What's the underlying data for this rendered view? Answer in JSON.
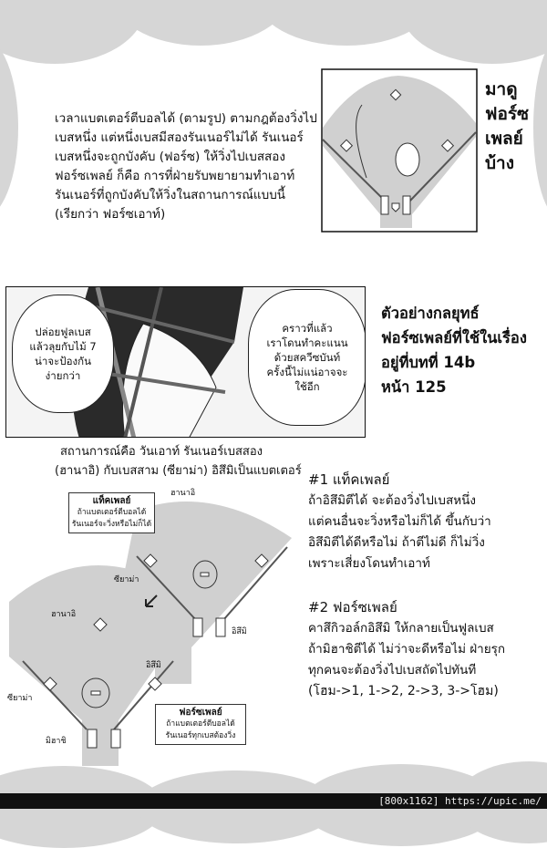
{
  "intro": {
    "lines": [
      "เวลาแบตเตอร์ตีบอลได้ (ตามรูป) ตามกฎต้องวิ่งไป",
      "เบสหนึ่ง แต่หนึ่งเบสมีสองรันเนอร์ไม่ได้ รันเนอร์",
      "เบสหนึ่งจะถูกบังคับ (ฟอร์ซ) ให้วิ่งไปเบสสอง",
      "ฟอร์ซเพลย์ ก็คือ การที่ฝ่ายรับพยายามทำเอาท์",
      "รันเนอร์ที่ถูกบังคับให้วิ่งในสถานการณ์แบบนี้",
      "(เรียกว่า ฟอร์ซเอาท์)"
    ],
    "title_lines": [
      "มาดู",
      "ฟอร์ซ",
      "เพลย์",
      "บ้าง"
    ]
  },
  "panel": {
    "bubble_left": [
      "ปล่อยฟูลเบส",
      "แล้วลุยกับไม้ 7",
      "น่าจะป้องกัน",
      "ง่ายกว่า"
    ],
    "bubble_right": [
      "คราวที่แล้ว",
      "เราโดนทำคะแนน",
      "ด้วยสควีซบันท์",
      "ครั้งนี้ไม่แน่อาจจะ",
      "ใช้อีก"
    ]
  },
  "example": {
    "lines": [
      "ตัวอย่างกลยุทธ์",
      "ฟอร์ซเพลย์ที่ใช้ในเรื่อง",
      "อยู่ที่บทที่ 14b",
      "หน้า 125"
    ]
  },
  "situation": {
    "lines": [
      "สถานการณ์คือ วันเอาท์ รันเนอร์เบสสอง",
      "(ฮานาอิ) กับเบสสาม (ซียาม่า) อิสึมิเป็นแบตเตอร์"
    ]
  },
  "diagrams": {
    "tag_note": {
      "title": "แท็คเพลย์",
      "lines": [
        "ถ้าแบตเตอร์ตีบอลได้",
        "รันเนอร์จะวิ่งหรือไม่ก็ได้"
      ]
    },
    "force_note": {
      "title": "ฟอร์ซเพลย์",
      "lines": [
        "ถ้าแบตเตอร์ตีบอลได้",
        "รันเนอร์ทุกเบสต้องวิ่ง"
      ]
    },
    "labels": {
      "hanai": "ฮานาอิ",
      "siyama": "ซียาม่า",
      "izumi": "อิสึมิ",
      "mihashi": "มิฮาชิ"
    }
  },
  "plays": {
    "tag": {
      "heading": "#1 แท็คเพลย์",
      "lines": [
        "ถ้าอิสึมิตีได้ จะต้องวิ่งไปเบสหนึ่ง",
        "แต่คนอื่นจะวิ่งหรือไม่ก็ได้ ขึ้นกับว่า",
        "อิสึมิตีได้ดีหรือไม่ ถ้าตีไม่ดี ก็ไม่วิ่ง",
        "เพราะเสี่ยงโดนทำเอาท์"
      ]
    },
    "force": {
      "heading": "#2 ฟอร์ซเพลย์",
      "lines": [
        "คาสึกิวอล์กอิสึมิ ให้กลายเป็นฟูลเบส",
        "ถ้ามิฮาชิตีได้ ไม่ว่าจะดีหรือไม่ ฝ่ายรุก",
        "ทุกคนจะต้องวิ่งไปเบสถัดไปทันที",
        "(โฮม->1, 1->2, 2->3, 3->โฮม)"
      ]
    }
  },
  "watermark": "[800x1162] https://upic.me/",
  "colors": {
    "field": "#d0d0d0",
    "cloud": "#d6d6d6",
    "footer": "#111111"
  }
}
